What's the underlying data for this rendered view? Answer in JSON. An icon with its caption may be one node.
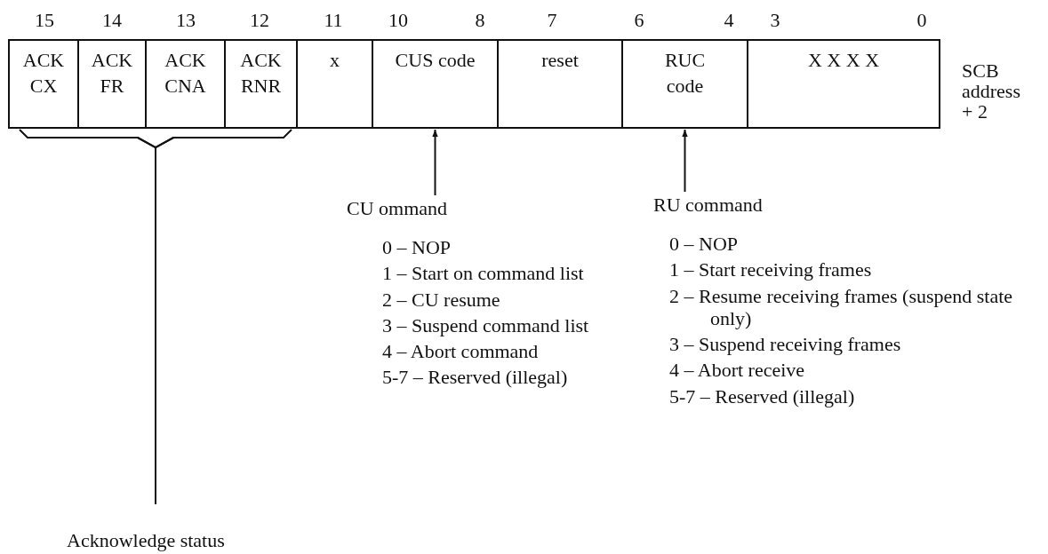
{
  "diagram": {
    "nodes": [
      {
        "text": [
          "ACK CX"
        ]
      },
      {
        "text": [
          "ACK FR"
        ]
      },
      {
        "text": [
          "ACK CNA"
        ]
      },
      {
        "text": [
          "ACK RNR"
        ]
      },
      {
        "text": [
          "x"
        ]
      },
      {
        "text": [
          "CUS code"
        ]
      },
      {
        "text": [
          "reset"
        ]
      },
      {
        "text": [
          "RUC code"
        ]
      },
      {
        "text": [
          "X X X X"
        ]
      },
      {
        "text": [
          "CU ommand",
          "0 – NOP",
          "1 – Start on command list",
          "2 – CU resume",
          "3 – Suspend command list",
          "4 – Abort command",
          "5-7 – Reserved (illegal)"
        ]
      },
      {
        "text": [
          "RU command",
          "0 – NOP",
          "1 – Start receiving frames",
          "2 – Resume receiving frames (suspend state only)",
          "3 – Suspend receiving frames",
          "4 – Abort receive",
          "5-7 – Reserved (illegal)"
        ]
      },
      {
        "text": [
          "Acknowledge status"
        ]
      }
    ],
    "edges": [
      {
        "from": 11,
        "to": 0,
        "arrow": "none"
      },
      {
        "from": 11,
        "to": 1,
        "arrow": "none"
      },
      {
        "from": 11,
        "to": 2,
        "arrow": "none"
      },
      {
        "from": 11,
        "to": 3,
        "arrow": "none"
      },
      {
        "from": 9,
        "to": 5,
        "arrow": "to"
      },
      {
        "from": 10,
        "to": 7,
        "arrow": "to"
      }
    ],
    "labels": [
      "15",
      "14",
      "13",
      "12",
      "11",
      "10",
      "8",
      "7",
      "6",
      "4",
      "3",
      "0",
      "SCB address + 2"
    ]
  }
}
